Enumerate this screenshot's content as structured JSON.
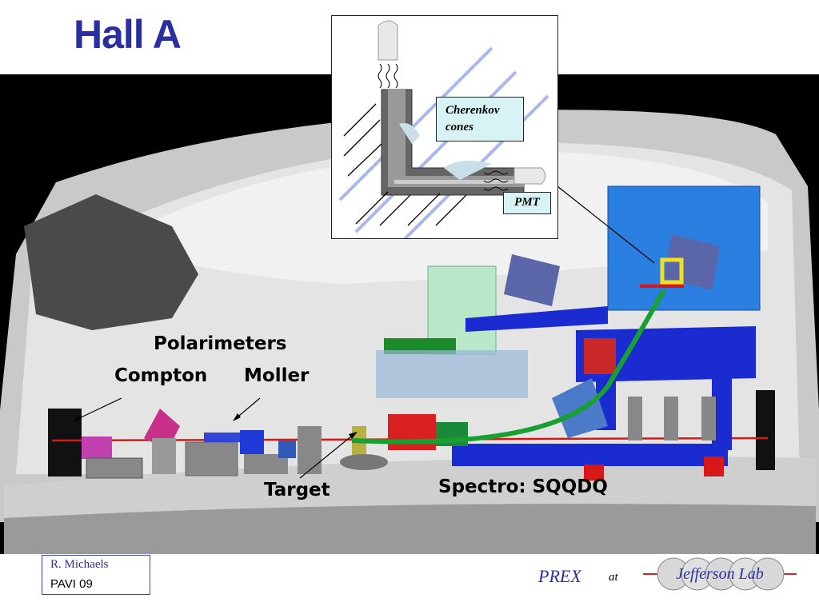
{
  "slide": {
    "title": "Hall A"
  },
  "labels": {
    "polarimeters": "Polarimeters",
    "compton": "Compton",
    "moller": "Moller",
    "target": "Target",
    "spectrometer": "Spectro: SQQDQ"
  },
  "inset": {
    "cherenkov_line1": "Cherenkov",
    "cherenkov_line2": "cones",
    "pmt": "PMT"
  },
  "footer": {
    "author": "R.  Michaels",
    "event": "PAVI  09",
    "experiment": "PREX",
    "at": "at",
    "logo_text": "Jefferson Lab"
  },
  "colors": {
    "title": "#2a2f9e",
    "magnet_blue": "#1a2bd0",
    "beam_red": "#d81818",
    "trajectory_green": "#18a030",
    "inset_box": "#d8f3f3"
  }
}
